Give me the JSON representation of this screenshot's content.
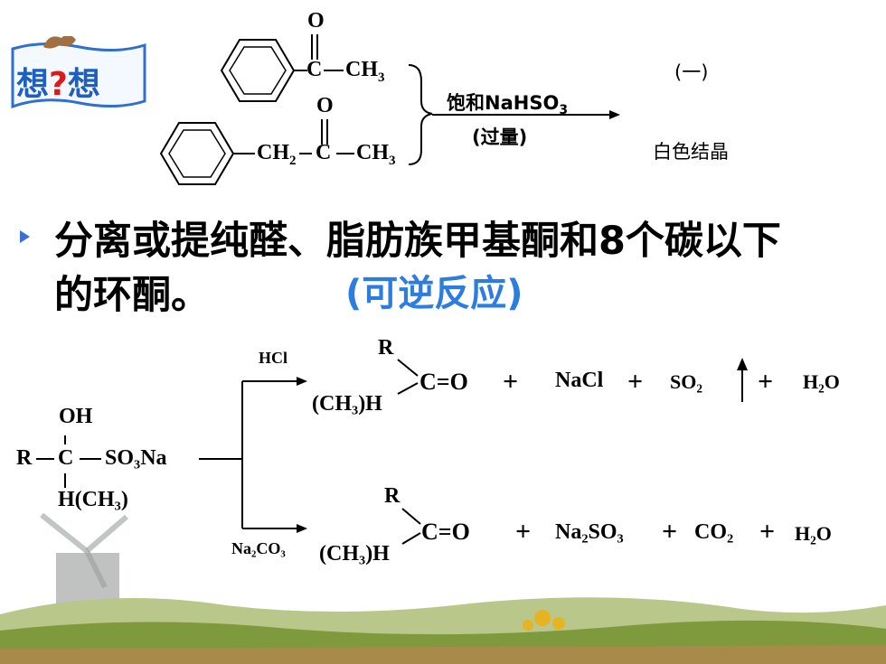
{
  "badge": {
    "left": "想",
    "q": "?",
    "right": "想"
  },
  "top_reaction": {
    "mol1": {
      "o": "O",
      "c": "C",
      "ch3": "CH",
      "sub3": "3"
    },
    "mol2": {
      "o": "O",
      "ch2": "CH",
      "sub2": "2",
      "c": "C",
      "ch3": "CH",
      "sub3": "3"
    },
    "reagent": "饱和NaHSO",
    "reagent_sub": "3",
    "condition": "(过量)",
    "result_label": "(一)",
    "product": "白色结晶"
  },
  "main_text": {
    "line1": "分离或提纯醛、脂肪族甲基酮和8个碳以下",
    "line2": "的环酮。",
    "reversible": "(可逆反应)"
  },
  "bottom_reaction": {
    "reactant": {
      "oh": "OH",
      "r": "R",
      "c": "C",
      "so3na": "SO₃Na",
      "h": "H(CH₃)"
    },
    "upper": {
      "reagent": "HCl",
      "r": "R",
      "co": "C=O",
      "h": "(CH₃)H",
      "products": [
        "NaCl",
        "SO₂",
        "H₂O"
      ],
      "plus": "+"
    },
    "lower": {
      "reagent": "Na₂CO₃",
      "r": "R",
      "co": "C=O",
      "h": "(CH₃)H",
      "products": [
        "Na₂SO₃",
        "CO₂",
        "H₂O"
      ],
      "plus": "+"
    }
  }
}
